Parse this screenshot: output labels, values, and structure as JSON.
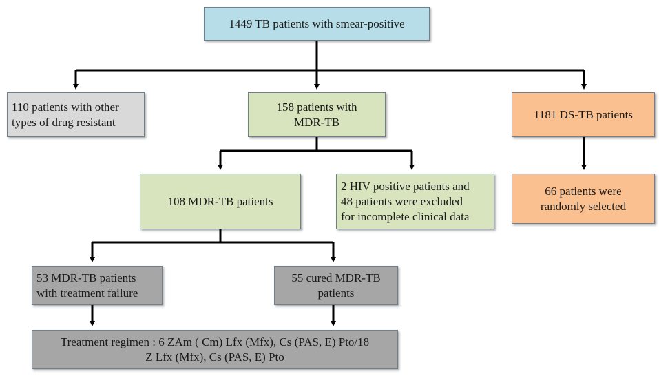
{
  "colors": {
    "blue": "#b7dde8",
    "green": "#d7e4bd",
    "gray_light": "#d9d9d9",
    "peach": "#fac090",
    "gray_dark": "#a6a6a6",
    "arrow": "#000000"
  },
  "nodes": {
    "root": "1449 TB patients with smear-positive",
    "other_resistant": "110 patients with other\ntypes of drug resistant",
    "mdr_tb": "158 patients with\nMDR-TB",
    "ds_tb": "1181 DS-TB patients",
    "mdr_108": "108 MDR-TB patients",
    "excluded": "2 HIV positive patients and\n48 patients were excluded\nfor incomplete clinical data",
    "ds_selected": "66 patients were\nrandomly selected",
    "failure": "53 MDR-TB patients\nwith treatment failure",
    "cured": "55 cured  MDR-TB\npatients",
    "regimen": "Treatment regimen : 6 ZAm ( Cm) Lfx (Mfx), Cs (PAS, E) Pto/18\nZ Lfx (Mfx), Cs (PAS, E) Pto"
  }
}
